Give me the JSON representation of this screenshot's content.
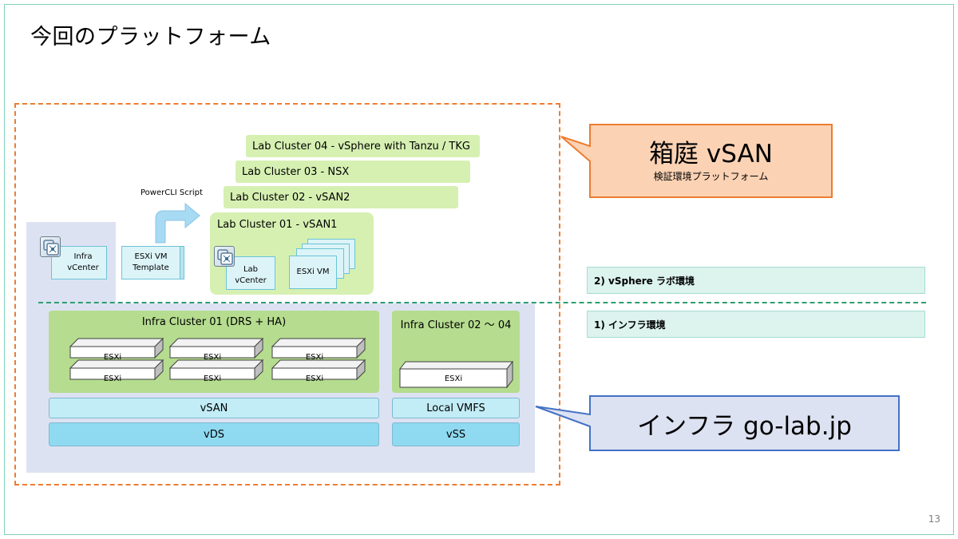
{
  "slide": {
    "title": "今回のプラットフォーム",
    "page_number": "13"
  },
  "lab_clusters": [
    {
      "label": "Lab Cluster 04 - vSphere with Tanzu / TKG"
    },
    {
      "label": "Lab Cluster 03 - NSX"
    },
    {
      "label": "Lab Cluster 02 - vSAN2"
    },
    {
      "label": "Lab Cluster 01 - vSAN1"
    }
  ],
  "lab_cluster01": {
    "vcenter_line1": "Lab",
    "vcenter_line2": "vCenter",
    "esxi_vm_label": "ESXi VM"
  },
  "template": {
    "arrow_label": "PowerCLI Script",
    "line1": "ESXi VM",
    "line2": "Template"
  },
  "infra_vcenter": {
    "line1": "Infra",
    "line2": "vCenter"
  },
  "infra_cluster01": {
    "label": "Infra Cluster 01 (DRS + HA)",
    "hosts": [
      "ESXi",
      "ESXi",
      "ESXi",
      "ESXi",
      "ESXi",
      "ESXi"
    ],
    "storage": "vSAN",
    "network": "vDS"
  },
  "infra_cluster02": {
    "label": "Infra Cluster 02 ～ 04",
    "host": "ESXi",
    "storage": "Local VMFS",
    "network": "vSS"
  },
  "legend": {
    "lab_env": "2) vSphere ラボ環境",
    "infra_env": "1) インフラ環境"
  },
  "callouts": {
    "hakoniwa_title": "箱庭 vSAN",
    "hakoniwa_subtitle": "検証環境プラットフォーム",
    "infra_title": "インフラ go-lab.jp"
  },
  "colors": {
    "accent_orange": "#ed7d31",
    "accent_blue": "#4472c4",
    "divider_green": "#2e9d72"
  }
}
